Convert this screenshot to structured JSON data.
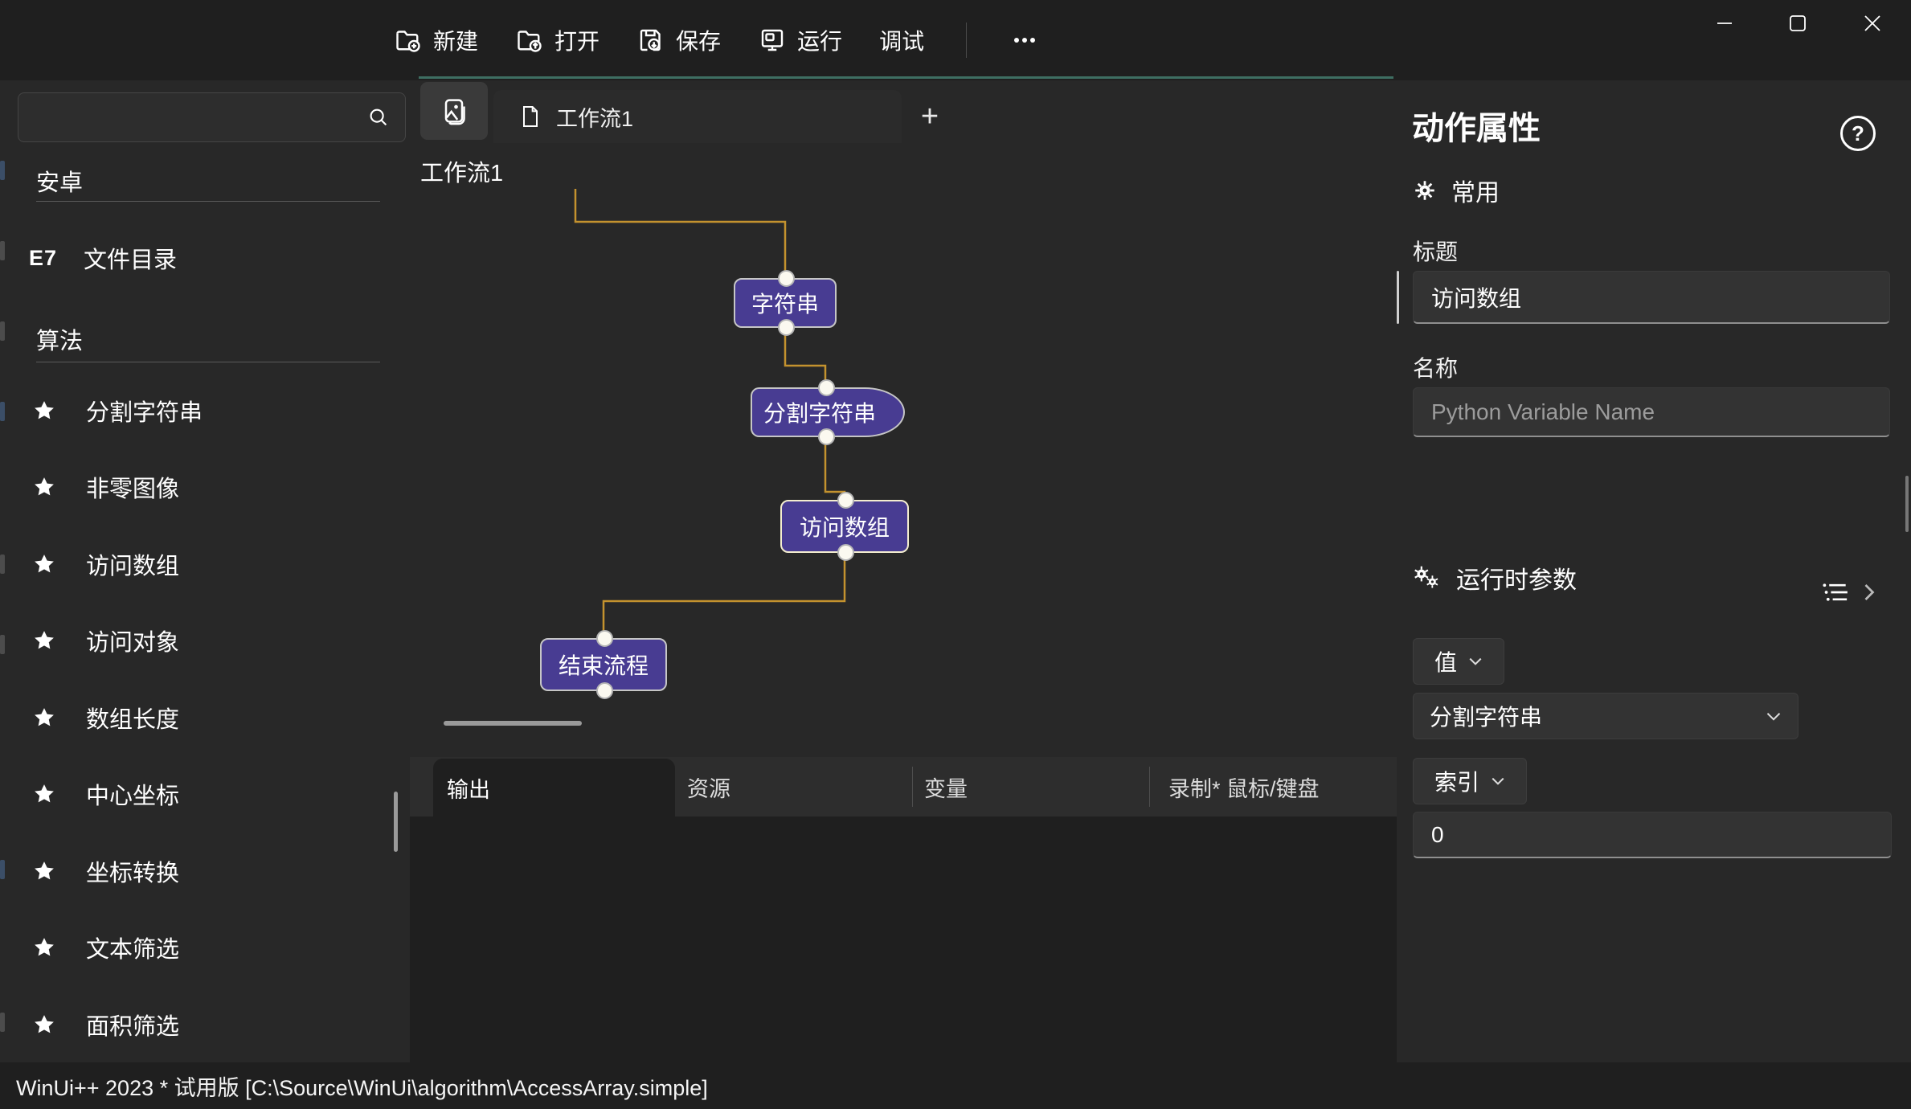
{
  "titlebar": {
    "toolbar": [
      {
        "label": "新建",
        "icon": "new-file-icon"
      },
      {
        "label": "打开",
        "icon": "open-file-icon"
      },
      {
        "label": "保存",
        "icon": "save-icon"
      },
      {
        "label": "运行",
        "icon": "run-icon"
      },
      {
        "label": "调试",
        "icon": null
      }
    ]
  },
  "sidebar": {
    "search_placeholder": "",
    "categories": [
      "安卓",
      "算法"
    ],
    "file_item": {
      "icon_glyph": "E7",
      "label": "文件目录"
    },
    "favorites": [
      "分割字符串",
      "非零图像",
      "访问数组",
      "访问对象",
      "数组长度",
      "中心坐标",
      "坐标转换",
      "文本筛选",
      "面积筛选"
    ]
  },
  "canvas": {
    "tabs": [
      {
        "label": "工作流1"
      }
    ],
    "new_tab_label": "+",
    "title": "工作流1",
    "nodes": [
      {
        "label": "字符串",
        "shape": "rect",
        "selected": false
      },
      {
        "label": "分割字符串",
        "shape": "bullet",
        "selected": false
      },
      {
        "label": "访问数组",
        "shape": "rect",
        "selected": true
      },
      {
        "label": "结束流程",
        "shape": "rect",
        "selected": false
      }
    ],
    "bottom_tabs": [
      {
        "label": "输出",
        "active": true
      },
      {
        "label": "资源",
        "active": false
      },
      {
        "label": "变量",
        "active": false
      },
      {
        "label": "录制* 鼠标/键盘",
        "active": false
      }
    ]
  },
  "right_panel": {
    "title": "动作属性",
    "help_glyph": "?",
    "sections": [
      {
        "label": "常用"
      },
      {
        "label": "运行时参数"
      }
    ],
    "fields": {
      "title_label": "标题",
      "title_value": "访问数组",
      "name_label": "名称",
      "name_placeholder": "Python Variable Name",
      "param_value_key": "值",
      "param_value_selection": "分割字符串",
      "param_index_key": "索引",
      "param_index_value": "0"
    }
  },
  "statusbar": {
    "text": "WinUi++ 2023 * 试用版 [C:\\Source\\WinUi\\algorithm\\AccessArray.simple]"
  },
  "colors": {
    "accent_line": "#3e6e62",
    "node_fill": "#483c92",
    "node_border": "#c6c6c6",
    "node_selected_border": "#f3edcf",
    "connector": "#c3922e",
    "background": "#282828"
  }
}
